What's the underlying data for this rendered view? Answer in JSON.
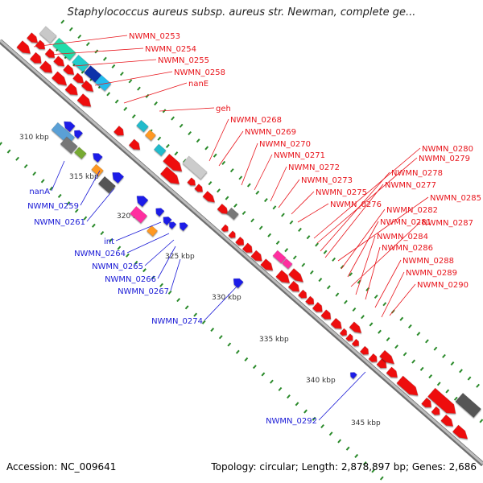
{
  "title": "Staphylococcus aureus subsp. aureus str. Newman, complete ge...",
  "footer": {
    "accession": "Accession: NC_009641",
    "topology": "Topology: circular; Length: 2,878,897 bp; Genes: 2,686"
  },
  "colors": {
    "forward_label": "#e8141b",
    "reverse_label": "#1a1ad6",
    "forward_gene": "#ee1111",
    "reverse_gene": "#1b1be8",
    "backbone": "#999999",
    "tick": "#2a8a2a"
  },
  "ticks": [
    {
      "label": "310 kbp"
    },
    {
      "label": "315 kbp"
    },
    {
      "label": "320 kbp"
    },
    {
      "label": "325 kbp"
    },
    {
      "label": "330 kbp"
    },
    {
      "label": "335 kbp"
    },
    {
      "label": "340 kbp"
    },
    {
      "label": "345 kbp"
    }
  ],
  "forward_labels": [
    "NWMN_0253",
    "NWMN_0254",
    "NWMN_0255",
    "NWMN_0258",
    "nanE",
    "geh",
    "NWMN_0268",
    "NWMN_0269",
    "NWMN_0270",
    "NWMN_0271",
    "NWMN_0272",
    "NWMN_0273",
    "NWMN_0275",
    "NWMN_0276",
    "NWMN_0280",
    "NWMN_0279",
    "NWMN_0278",
    "NWMN_0277",
    "NWMN_0285",
    "NWMN_0282",
    "NWMN_0281",
    "NWMN_0287",
    "NWMN_0284",
    "NWMN_0286",
    "NWMN_0288",
    "NWMN_0289",
    "NWMN_0290"
  ],
  "reverse_labels": [
    "nanA",
    "NWMN_0259",
    "NWMN_0261",
    "int",
    "NWMN_0264",
    "NWMN_0265",
    "NWMN_0266",
    "NWMN_0267",
    "NWMN_0274",
    "NWMN_0292"
  ]
}
